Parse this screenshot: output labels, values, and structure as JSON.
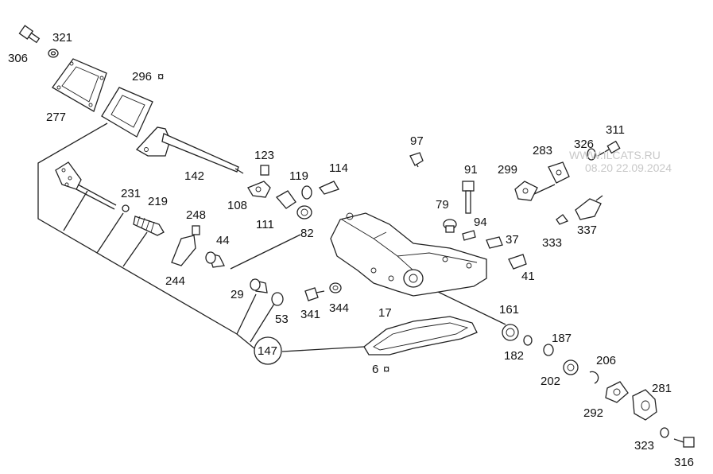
{
  "watermark": {
    "site": "WWW.ILCATS.RU",
    "date": "08.20 22.09.2024"
  },
  "labels": {
    "p306": "306",
    "p321": "321",
    "p277": "277",
    "p296": "296",
    "p142": "142",
    "p123": "123",
    "p108": "108",
    "p119": "119",
    "p114": "114",
    "p111": "111",
    "p231": "231",
    "p219": "219",
    "p248": "248",
    "p44": "44",
    "p244": "244",
    "p82": "82",
    "p29": "29",
    "p53": "53",
    "p341": "341",
    "p344": "344",
    "p17": "17",
    "p147": "147",
    "p6": "6",
    "p97": "97",
    "p91": "91",
    "p79": "79",
    "p94": "94",
    "p37": "37",
    "p41": "41",
    "p299": "299",
    "p283": "283",
    "p326": "326",
    "p311": "311",
    "p333": "333",
    "p337": "337",
    "p161": "161",
    "p182": "182",
    "p187": "187",
    "p202": "202",
    "p206": "206",
    "p292": "292",
    "p281": "281",
    "p323": "323",
    "p316": "316"
  },
  "marker_symbol": "¤",
  "colors": {
    "ink": "#222222",
    "watermark": "#c8c8c8",
    "background": "#ffffff"
  }
}
